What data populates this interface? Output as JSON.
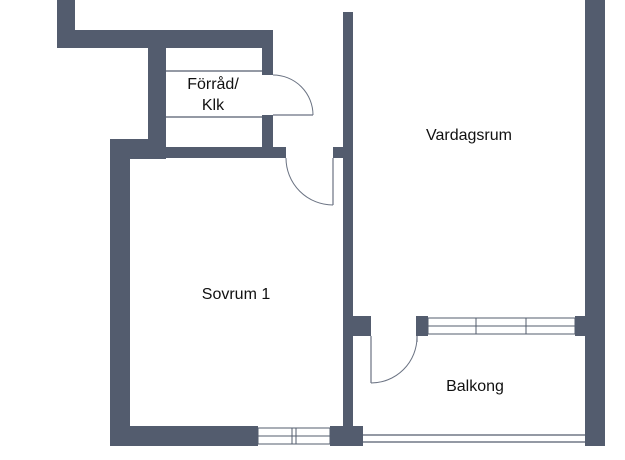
{
  "rooms": {
    "storage": {
      "line1": "Förråd/",
      "line2": "Klk"
    },
    "living": "Vardagsrum",
    "bedroom": "Sovrum 1",
    "balcony": "Balkong"
  },
  "colors": {
    "wall": "#535c6e",
    "background": "#ffffff",
    "text": "#111111"
  }
}
